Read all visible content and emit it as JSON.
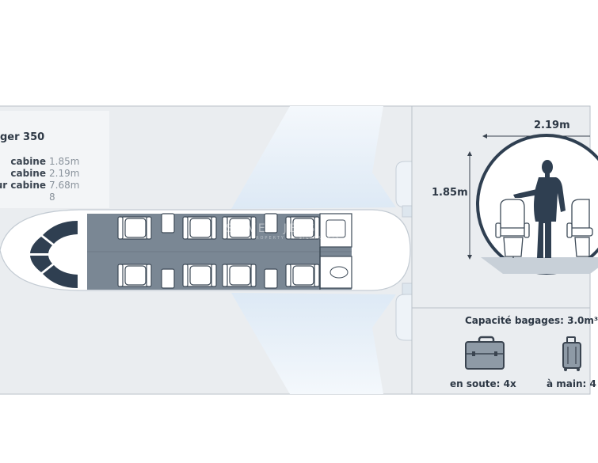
{
  "model": {
    "title_partial": "ger 350"
  },
  "specs": [
    {
      "label": "cabine",
      "value": "1.85m"
    },
    {
      "label": "cabine",
      "value": "2.19m"
    },
    {
      "label": "ur cabine",
      "value": "7.68m"
    },
    {
      "label": "",
      "value": "8"
    }
  ],
  "cross_section": {
    "width_label": "2.19m",
    "height_label": "1.85m"
  },
  "baggage": {
    "title": "Capacité bagages: 3.0m³",
    "hold_label": "en soute: 4x",
    "hand_label": "à main: 4"
  },
  "watermark": {
    "text": "SILVER JETS",
    "subtext": "PROPERTY OF SILVER JETS"
  },
  "colors": {
    "background": "#ffffff",
    "panel": "#eaedf0",
    "border": "#b9c1c9",
    "cabin_floor": "#7a8794",
    "cockpit": "#2f3f51",
    "wing": "#e8f1fa",
    "text_dark": "#2d3845",
    "text_muted": "#8a939c"
  },
  "icons": [
    "cockpit-icon",
    "seat-icon",
    "table-icon",
    "lavatory-icon",
    "person-icon",
    "suitcase-icon",
    "trolley-icon"
  ]
}
